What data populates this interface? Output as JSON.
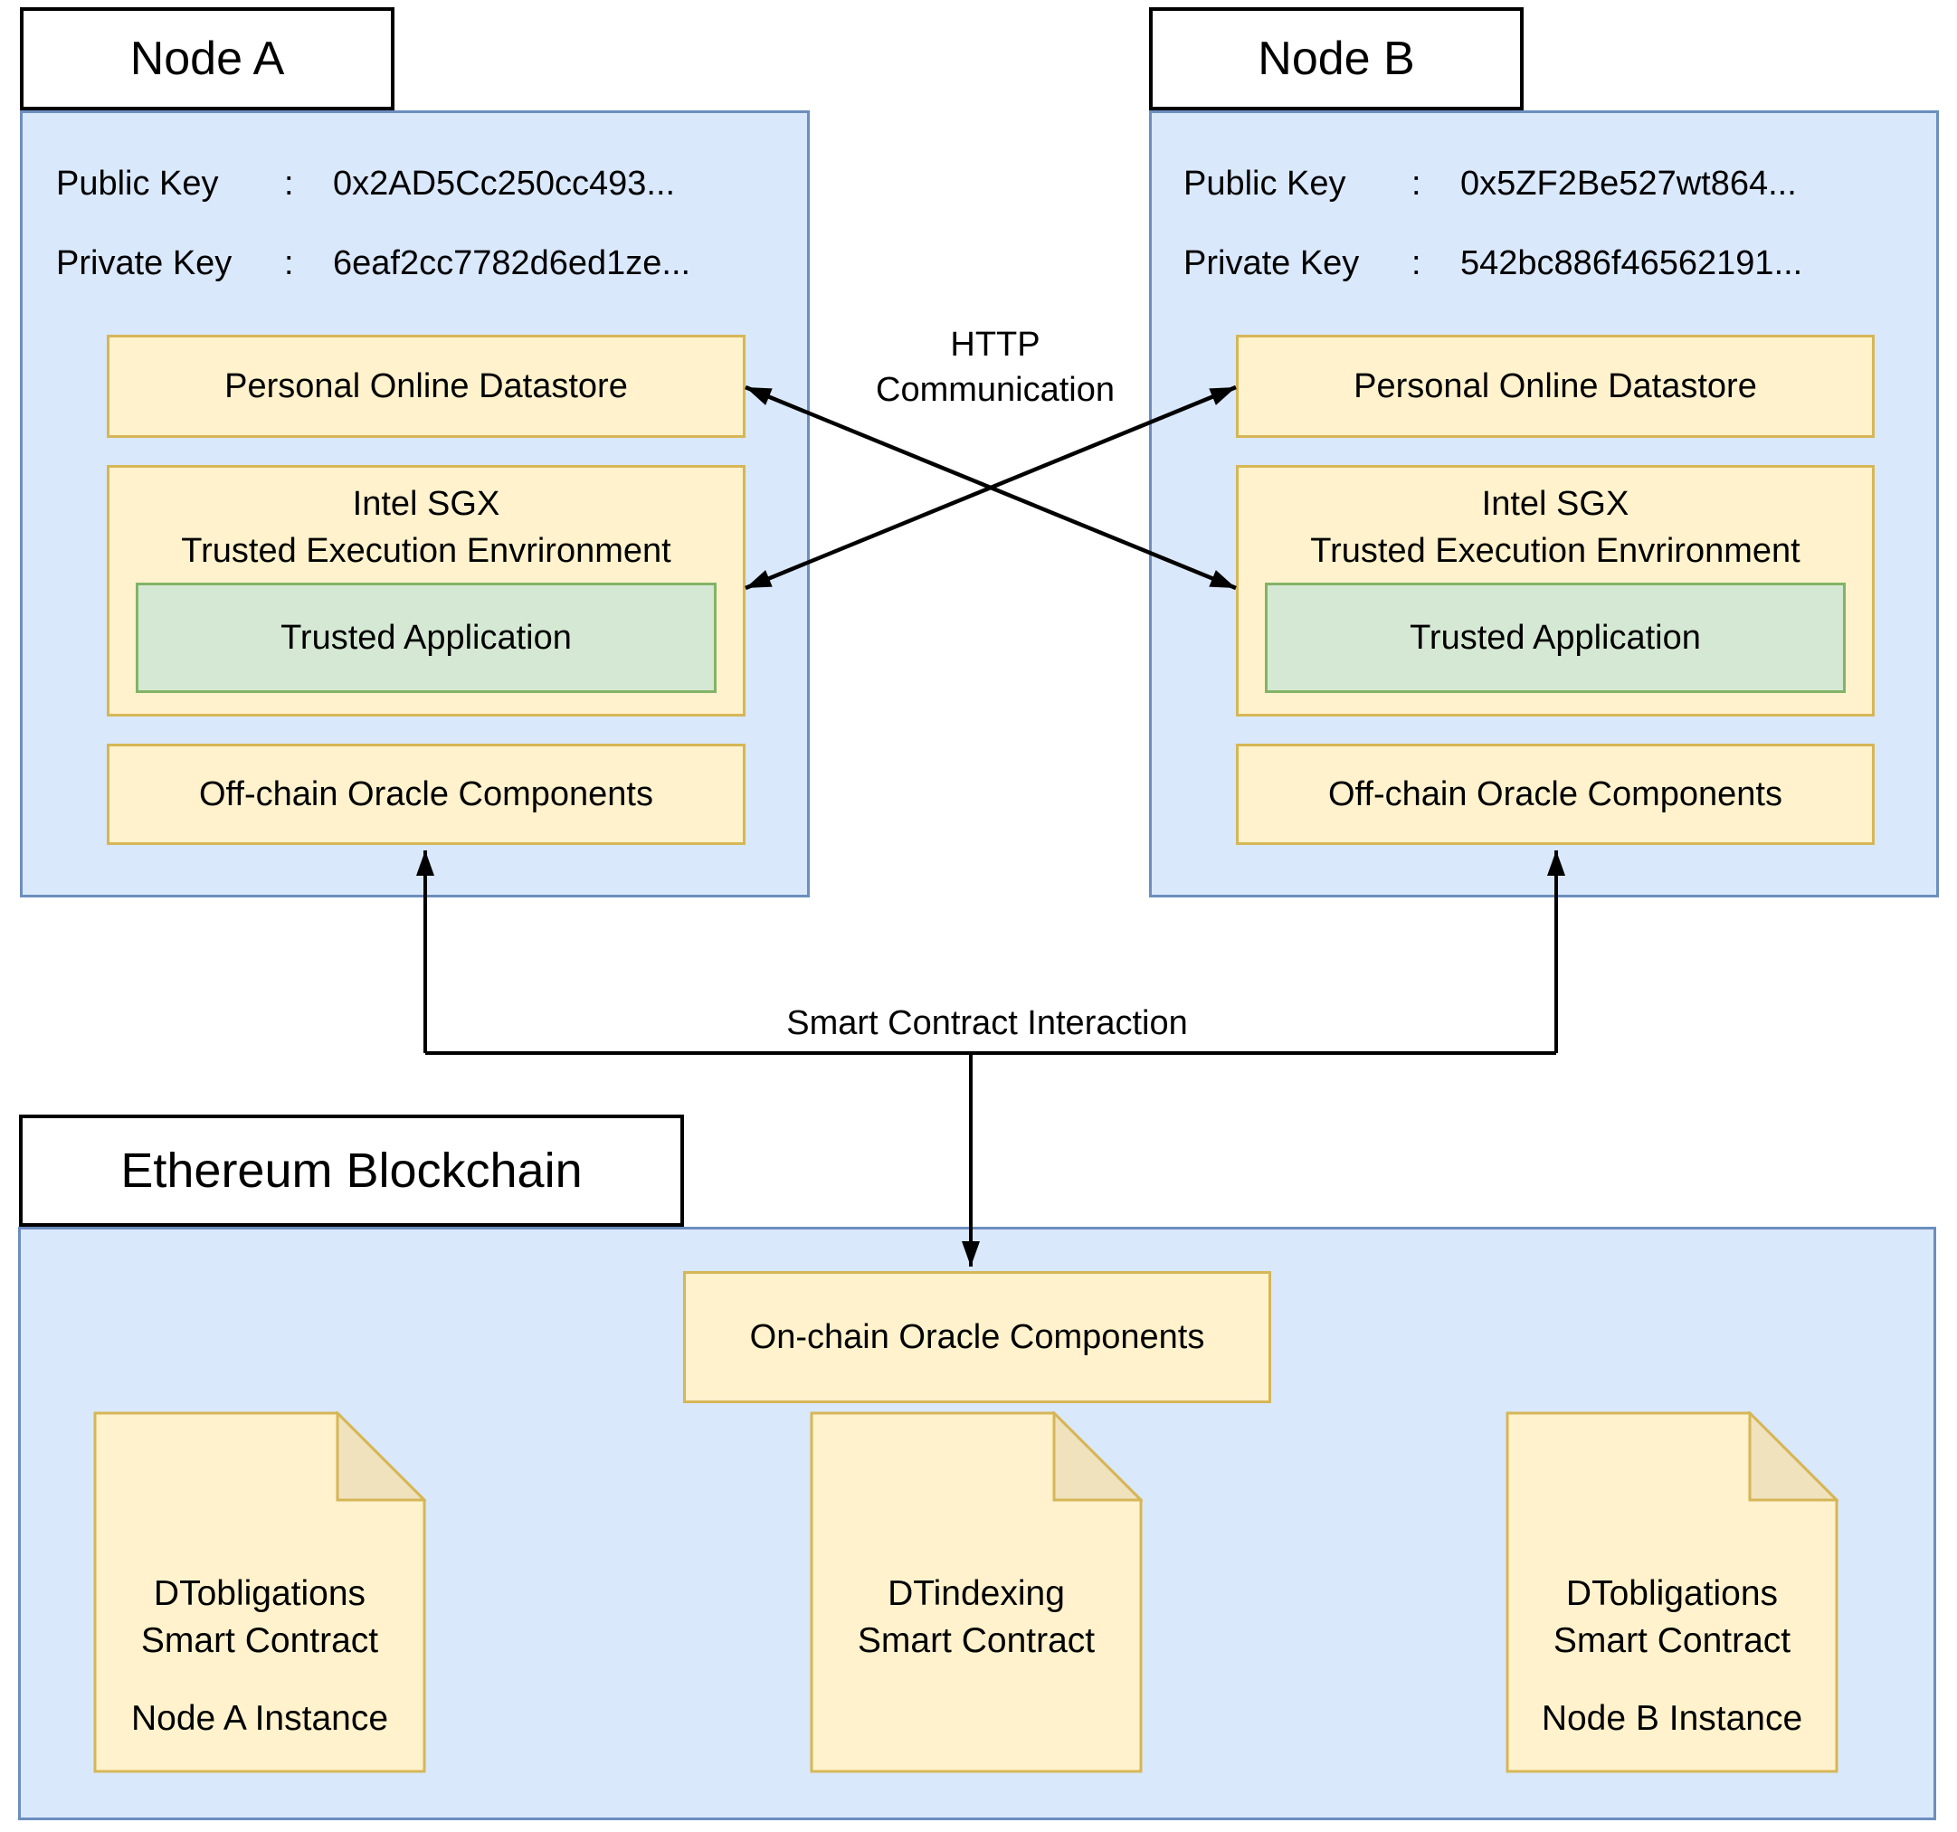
{
  "nodes": [
    {
      "title": "Node A",
      "keys": [
        {
          "label": "Public Key",
          "colon": ":",
          "value": "0x2AD5Cc250cc493..."
        },
        {
          "label": "Private Key",
          "colon": ":",
          "value": "6eaf2cc7782d6ed1ze..."
        }
      ],
      "datastore": "Personal Online Datastore",
      "sgx_line1": "Intel SGX",
      "sgx_line2": "Trusted Execution Envrironment",
      "trusted_app": "Trusted Application",
      "offchain": "Off-chain Oracle Components"
    },
    {
      "title": "Node B",
      "keys": [
        {
          "label": "Public Key",
          "colon": ":",
          "value": "0x5ZF2Be527wt864..."
        },
        {
          "label": "Private Key",
          "colon": ":",
          "value": "542bc886f46562191..."
        }
      ],
      "datastore": "Personal Online Datastore",
      "sgx_line1": "Intel SGX",
      "sgx_line2": "Trusted Execution Envrironment",
      "trusted_app": "Trusted Application",
      "offchain": "Off-chain Oracle Components"
    }
  ],
  "connections": {
    "http_line1": "HTTP",
    "http_line2": "Communication",
    "smart_contract_label": "Smart Contract Interaction"
  },
  "blockchain": {
    "title": "Ethereum Blockchain",
    "onchain": "On-chain Oracle Components",
    "documents": [
      {
        "name_line1": "DTobligations",
        "name_line2": "Smart Contract",
        "instance": "Node A Instance"
      },
      {
        "name_line1": "DTindexing",
        "name_line2": "Smart Contract",
        "instance": ""
      },
      {
        "name_line1": "DTobligations",
        "name_line2": "Smart Contract",
        "instance": "Node B Instance"
      }
    ]
  },
  "colors": {
    "node_fill": "#dae8fc",
    "node_stroke": "#6c8ebf",
    "box_fill": "#fff2cc",
    "box_stroke": "#d6b656",
    "green_fill": "#d5e8d4",
    "green_stroke": "#82b366",
    "title_fill": "#ffffff",
    "title_stroke": "#000000",
    "fold_fill": "#f0e2bd",
    "arrow": "#000000",
    "text": "#000000"
  }
}
